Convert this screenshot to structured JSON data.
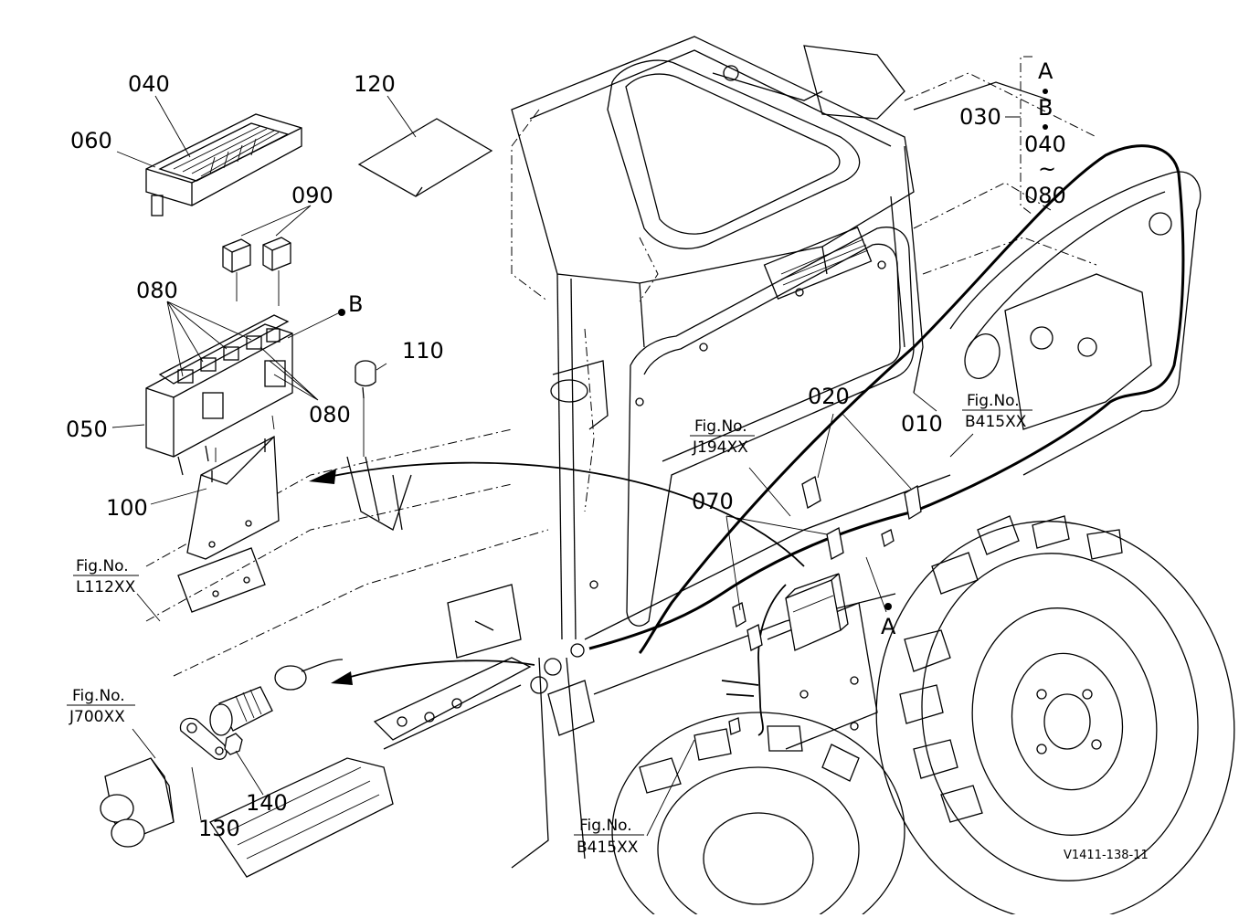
{
  "drawing_code": "V1411-138-11",
  "callouts": {
    "c010": "010",
    "c020": "020",
    "c030": "030",
    "c040": "040",
    "c050": "050",
    "c060": "060",
    "c070": "070",
    "c080a": "080",
    "c080b": "080",
    "c090": "090",
    "c100": "100",
    "c110": "110",
    "c120": "120",
    "c130": "130",
    "c140": "140"
  },
  "points": {
    "a": "A",
    "b": "B"
  },
  "legend_030": [
    "A",
    "B",
    "040",
    "~",
    "080"
  ],
  "figure_refs": [
    {
      "label": "Fig.No.",
      "number": "L112XX"
    },
    {
      "label": "Fig.No.",
      "number": "J194XX"
    },
    {
      "label": "Fig.No.",
      "number": "B415XX"
    },
    {
      "label": "Fig.No.",
      "number": "J700XX"
    },
    {
      "label": "Fig.No.",
      "number": "B415XX"
    }
  ]
}
